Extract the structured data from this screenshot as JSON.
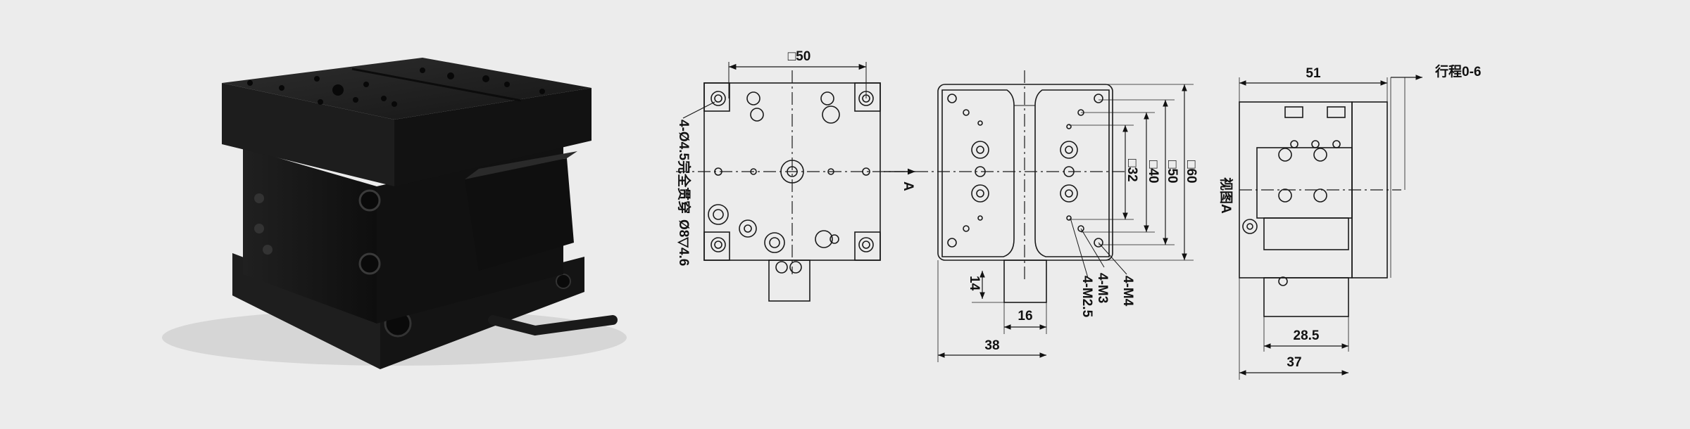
{
  "colors": {
    "background": "#ececec",
    "line": "#1a1a1a",
    "product_body": "#1b1b1b",
    "product_highlight": "#3a3a3a"
  },
  "product_photo": {
    "description_icon": "linear-stage-product-icon"
  },
  "front_view": {
    "top_dim": "□50",
    "hole_note_1": "4-Ø4.5完全贯穿",
    "hole_note_2": "Ø8▽4.6"
  },
  "side_view": {
    "arrow_label": "A",
    "dim_32": "□32",
    "dim_40": "□40",
    "dim_50": "□50",
    "dim_60": "□60",
    "dim_14": "14",
    "dim_16": "16",
    "dim_38": "38",
    "label_m25": "4-M2.5",
    "label_m3": "4-M3",
    "label_m4": "4-M4"
  },
  "view_a": {
    "dim_51": "51",
    "stroke_label": "行程0-6",
    "view_label": "视图A",
    "dim_285": "28.5",
    "dim_37": "37"
  }
}
